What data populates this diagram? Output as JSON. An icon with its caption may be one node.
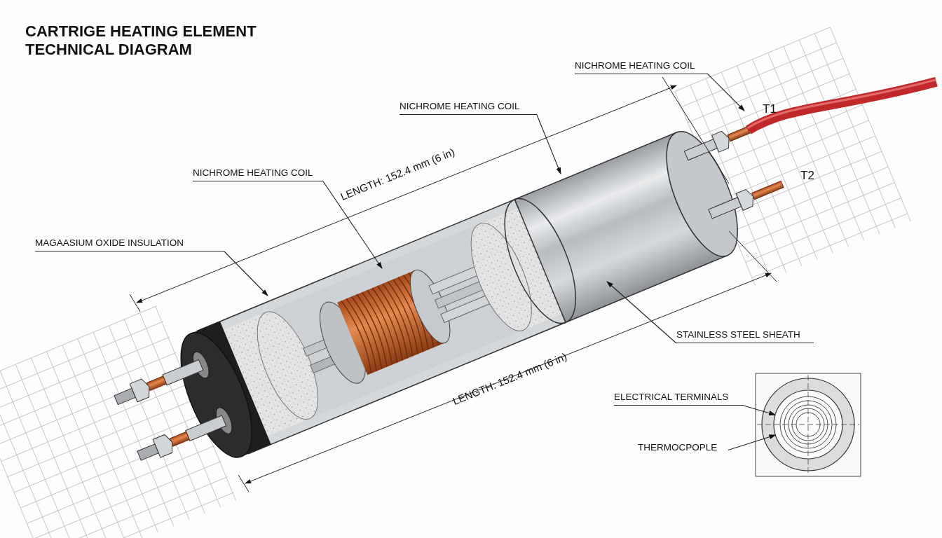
{
  "diagram": {
    "title": "CARTRIGE HEATING ELEMENT TECHNICAL DIAGRAM",
    "nodes": [
      {
        "text": [
          "NICHROME HEATING COIL"
        ]
      },
      {
        "text": [
          "NICHROME HEATING COIL"
        ]
      },
      {
        "text": [
          "NICHROME HEATING COIL"
        ]
      },
      {
        "text": [
          "MAGAASIUM OXIDE INSULATION"
        ]
      },
      {
        "text": [
          "STAINLESS STEEL SHEATH"
        ]
      },
      {
        "text": [
          "ELECTRICAL TERMINALS"
        ]
      },
      {
        "text": [
          "THERMOCPOPLE"
        ]
      },
      {
        "text": [],
        "shape": "circle"
      }
    ],
    "edges": [
      {
        "from": 0,
        "to": null,
        "arrow": "to"
      },
      {
        "from": 1,
        "to": null,
        "arrow": "to"
      },
      {
        "from": 2,
        "to": null,
        "arrow": "to"
      },
      {
        "from": 3,
        "to": null,
        "arrow": "to"
      },
      {
        "from": 4,
        "to": null,
        "arrow": "to"
      },
      {
        "from": 5,
        "to": 7,
        "arrow": "to"
      },
      {
        "from": 6,
        "to": 7,
        "arrow": "to"
      }
    ],
    "labels": [
      "LENGTH: 152.4 mm (6 in)",
      "T1",
      "T2",
      "LENGTH: 152.4 mm (6 in)"
    ]
  }
}
